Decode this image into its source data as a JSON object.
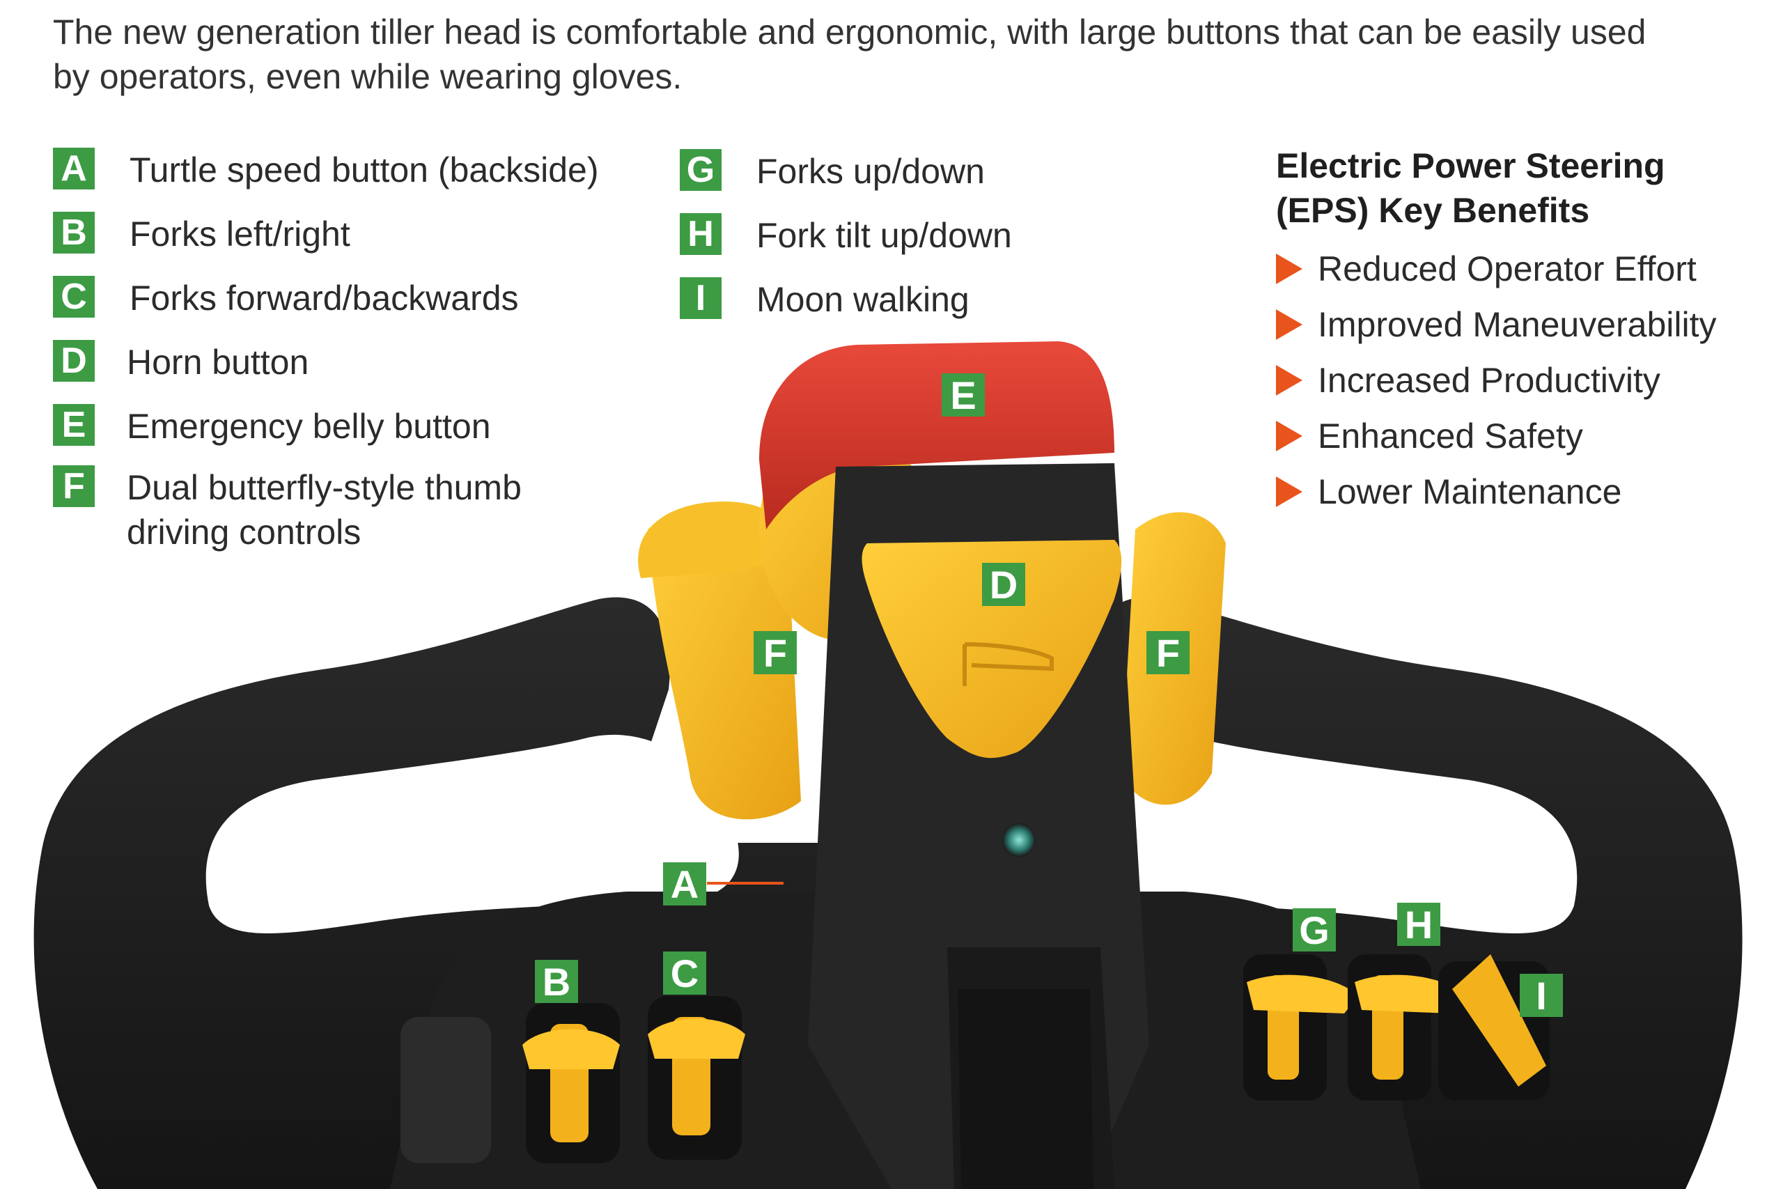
{
  "intro_text": "The new generation tiller head is comfortable and ergonomic, with large buttons that can be easily used by operators, even while wearing gloves.",
  "legend_left": [
    {
      "key": "A",
      "text": "Turtle speed button (backside)"
    },
    {
      "key": "B",
      "text": "Forks left/right"
    },
    {
      "key": "C",
      "text": "Forks forward/backwards"
    },
    {
      "key": "D",
      "text": "Horn button"
    },
    {
      "key": "E",
      "text": "Emergency belly button"
    },
    {
      "key": "F",
      "text": "Dual butterfly-style thumb driving controls"
    }
  ],
  "legend_mid": [
    {
      "key": "G",
      "text": "Forks up/down"
    },
    {
      "key": "H",
      "text": "Fork tilt up/down"
    },
    {
      "key": "I",
      "text": "Moon walking"
    }
  ],
  "eps": {
    "title": "Electric Power Steering (EPS) Key Benefits",
    "items": [
      "Reduced Operator Effort",
      "Improved Maneuverability",
      "Increased Productivity",
      "Enhanced Safety",
      "Lower Maintenance"
    ]
  },
  "callouts": {
    "a": "A",
    "b": "B",
    "c": "C",
    "d": "D",
    "e": "E",
    "f_left": "F",
    "f_right": "F",
    "g": "G",
    "h": "H",
    "i": "I"
  },
  "colors": {
    "badge_green": "#3d9b44",
    "arrow_orange": "#e8541c",
    "handle_black": "#1c1c1c",
    "control_yellow": "#f3b21c",
    "emergency_red": "#d8382a"
  }
}
